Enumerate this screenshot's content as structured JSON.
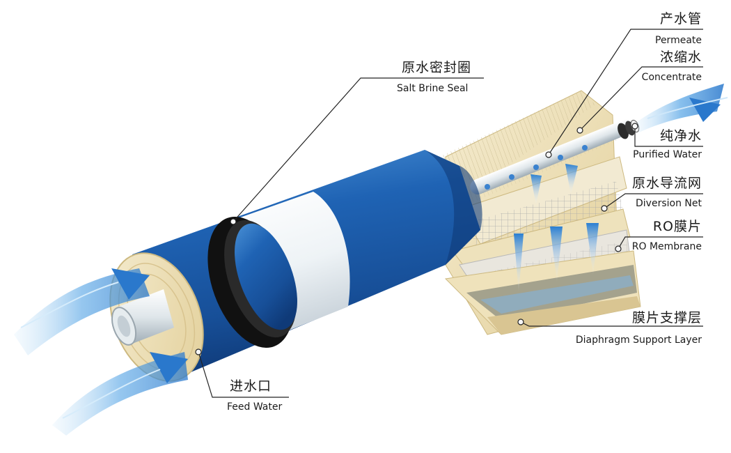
{
  "colors": {
    "tube_blue": "#1d5aa8",
    "tube_blue_light": "#3d86d0",
    "seal_black": "#111111",
    "membrane_cream": "#efe2bb",
    "water_blue": "#5aa7e6",
    "leader_line": "#222222"
  },
  "labels": {
    "salt_brine_seal": {
      "zh": "原水密封圈",
      "en": "Salt Brine Seal"
    },
    "permeate": {
      "zh": "产水管",
      "en": "Permeate"
    },
    "concentrate": {
      "zh": "浓缩水",
      "en": "Concentrate"
    },
    "purified_water": {
      "zh": "纯净水",
      "en": "Purified Water"
    },
    "diversion_net": {
      "zh": "原水导流网",
      "en": "Diversion Net"
    },
    "ro_membrane": {
      "zh": "RO膜片",
      "en": "RO Membrane"
    },
    "support_layer": {
      "zh": "膜片支撑层",
      "en": "Diaphragm Support Layer"
    },
    "feed_water": {
      "zh": "进水口",
      "en": "Feed Water"
    }
  }
}
